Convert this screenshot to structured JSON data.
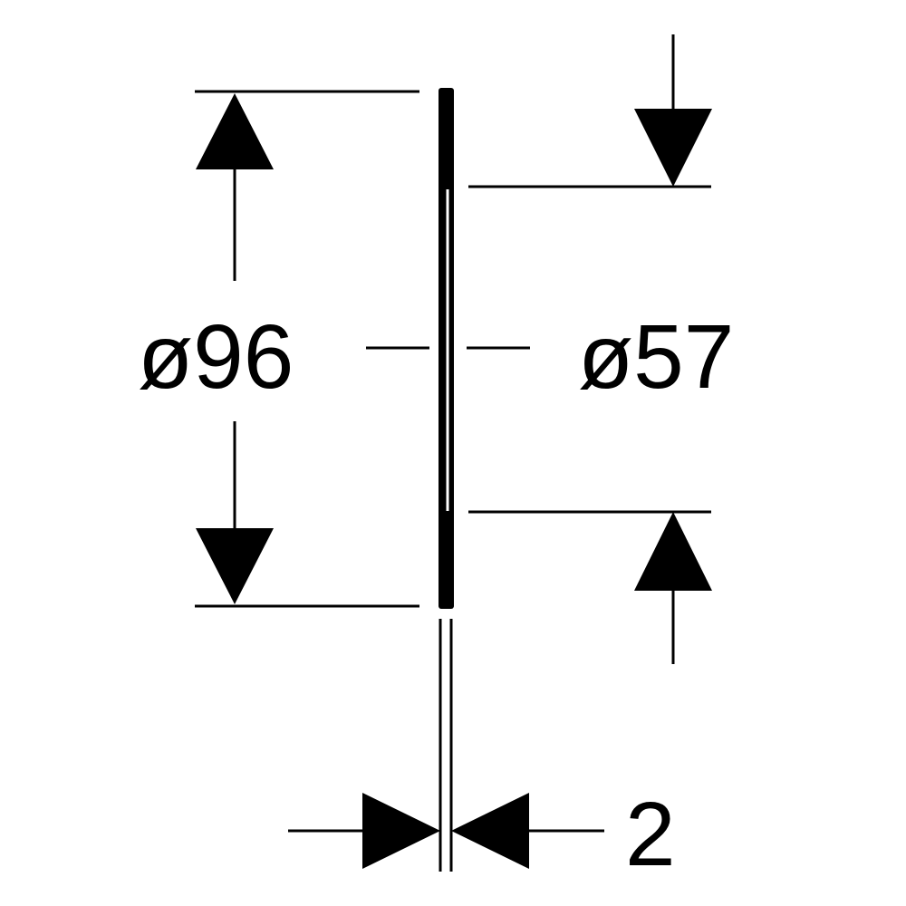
{
  "drawing": {
    "dimensions": {
      "outer_diameter": "ø96",
      "inner_diameter": "ø57",
      "thickness": "2"
    }
  },
  "colors": {
    "ink": "#000000",
    "background": "#ffffff"
  }
}
